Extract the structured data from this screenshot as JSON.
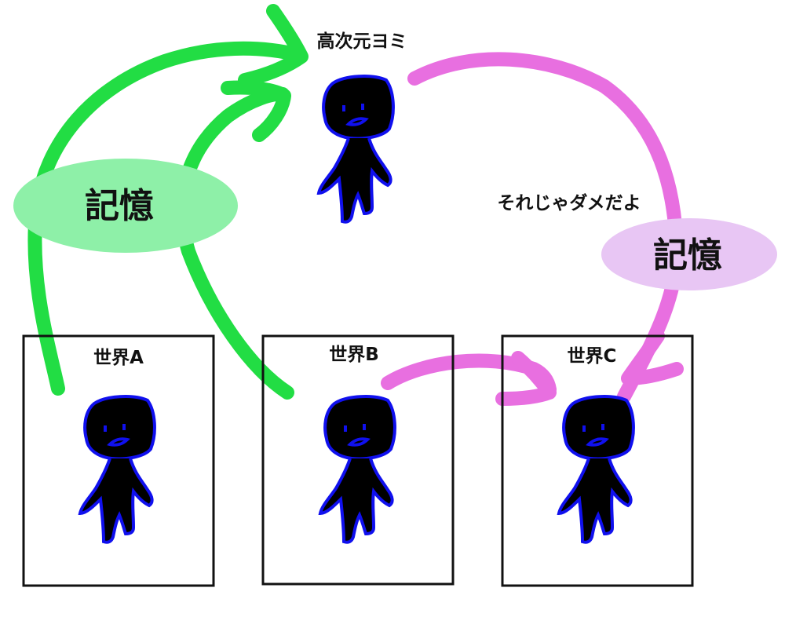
{
  "labels": {
    "higher_dim": "高次元ヨミ",
    "world_a": "世界A",
    "world_b": "世界B",
    "world_c": "世界C",
    "memory_green": "記憶",
    "memory_pink": "記憶",
    "thats_no_good": "それじゃダメだよ"
  },
  "colors": {
    "green_arrow": "#22dd44",
    "green_bubble": "#8ef0a8",
    "pink_arrow": "#e86fe0",
    "pink_bubble": "#e8c6f4",
    "figure": "#1010ee",
    "box": "#111111"
  },
  "figures": [
    {
      "name": "higher-dim-yomi",
      "icon": "stick-figure-icon"
    },
    {
      "name": "world-a-yomi",
      "icon": "stick-figure-icon"
    },
    {
      "name": "world-b-yomi",
      "icon": "stick-figure-icon"
    },
    {
      "name": "world-c-yomi",
      "icon": "stick-figure-icon"
    }
  ]
}
